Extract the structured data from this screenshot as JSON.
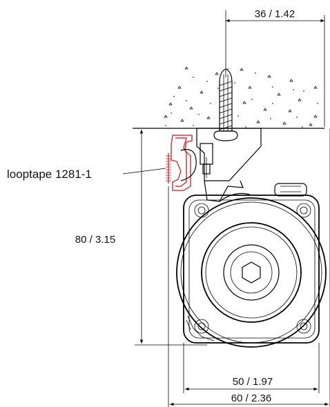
{
  "dimensions": {
    "top_offset": "36 / 1.42",
    "height": "80 / 3.15",
    "inner_width": "50 / 1.97",
    "outer_width": "60 / 2.36"
  },
  "callout": {
    "label": "looptape 1281-1"
  },
  "colors": {
    "line": "#000000",
    "highlight": "#d63a3a",
    "background": "#ffffff"
  }
}
